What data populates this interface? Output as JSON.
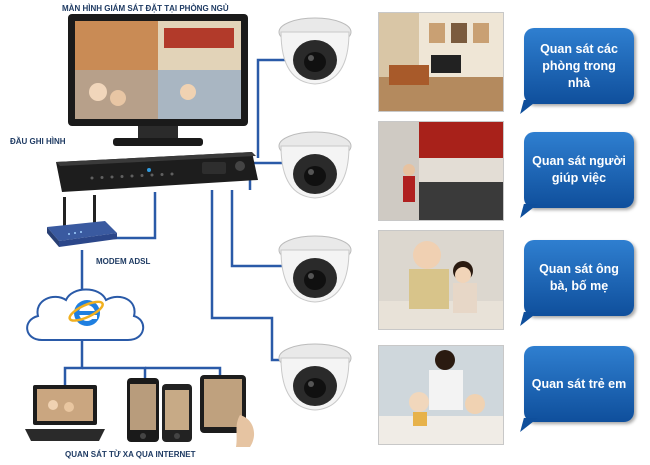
{
  "labels": {
    "monitor": "MÀN HÌNH GIÁM SÁT ĐẶT TẠI PHÒNG NGỦ",
    "dvr": "ĐẦU GHI HÌNH",
    "modem": "MODEM ADSL",
    "internet": "QUAN SÁT TỪ XA QUA INTERNET"
  },
  "bubbles": [
    "Quan sát các phòng trong nhà",
    "Quan sát người giúp việc",
    "Quan sát ông bà, bố mẹ",
    "Quan sát trẻ em"
  ],
  "colors": {
    "line": "#2a5aa8",
    "bubble_top": "#2f7fd0",
    "bubble_bottom": "#0f4f9c",
    "label": "#1f3b63"
  },
  "icons": [
    "monitor-icon",
    "dvr-icon",
    "router-icon",
    "cloud-icon",
    "ie-logo-icon",
    "laptop-icon",
    "phone-icon",
    "tablet-icon",
    "dome-camera-icon"
  ]
}
